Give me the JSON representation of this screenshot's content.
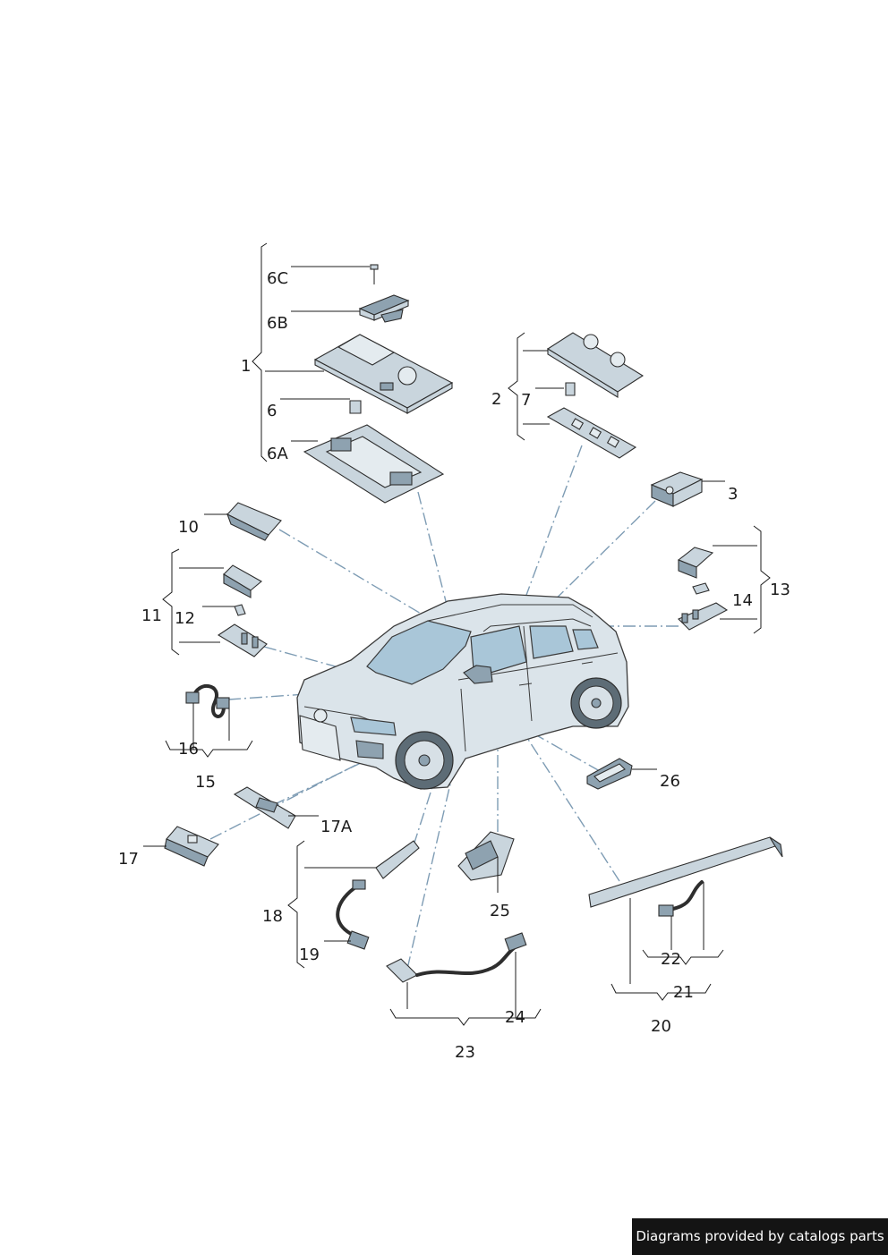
{
  "labels": {
    "l1": "1",
    "l2": "2",
    "l3": "3",
    "l6": "6",
    "l6A": "6A",
    "l6B": "6B",
    "l6C": "6C",
    "l7": "7",
    "l10": "10",
    "l11": "11",
    "l12": "12",
    "l13": "13",
    "l14": "14",
    "l15": "15",
    "l16": "16",
    "l17": "17",
    "l17A": "17A",
    "l18": "18",
    "l19": "19",
    "l20": "20",
    "l21": "21",
    "l22": "22",
    "l23": "23",
    "l24": "24",
    "l25": "25",
    "l26": "26"
  },
  "footer": {
    "text": "Diagrams provided by catalogs parts"
  },
  "colors": {
    "leader": "#1c1c1c",
    "dash_line": "#7e9cb4",
    "part_fill": "#c9d5dd",
    "glass": "#a9c6d8",
    "footer_bg": "#141414"
  }
}
